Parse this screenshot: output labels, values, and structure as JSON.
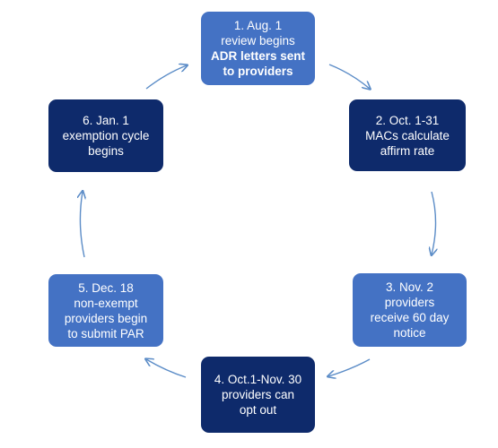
{
  "diagram": {
    "steps": [
      {
        "lines": [
          "1. Aug. 1",
          "review begins"
        ],
        "bold_lines": [
          "ADR letters sent",
          "to providers"
        ],
        "fill": "#4472c4"
      },
      {
        "lines": [
          "2. Oct. 1-31",
          "MACs calculate",
          "affirm rate"
        ],
        "bold_lines": [],
        "fill": "#0e2a6b"
      },
      {
        "lines": [
          "3. Nov. 2",
          "providers",
          "receive 60 day",
          "notice"
        ],
        "bold_lines": [],
        "fill": "#4472c4"
      },
      {
        "lines": [
          "4. Oct.1-Nov. 30",
          "providers can",
          "opt out"
        ],
        "bold_lines": [],
        "fill": "#0e2a6b"
      },
      {
        "lines": [
          "5. Dec. 18",
          "non-exempt",
          "providers begin",
          "to submit PAR"
        ],
        "bold_lines": [],
        "fill": "#4472c4"
      },
      {
        "lines": [
          "6. Jan. 1",
          "exemption cycle",
          "begins"
        ],
        "bold_lines": [],
        "fill": "#0e2a6b"
      }
    ],
    "arrow_color": "#5b8cc7",
    "flow": "clockwise cycle"
  }
}
